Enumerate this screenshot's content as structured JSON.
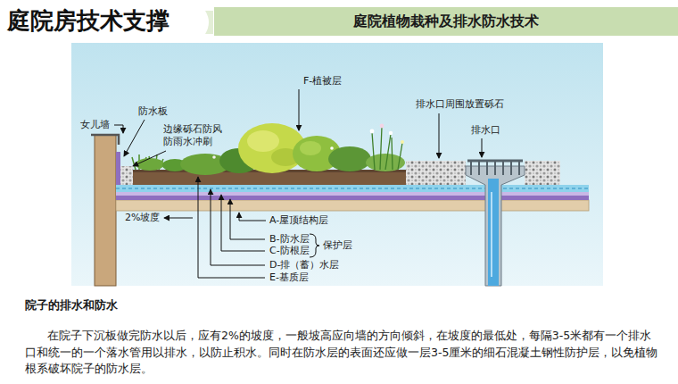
{
  "diagram": {
    "title": "庭院房技术支撑",
    "nodes": [
      {
        "text": [
          "庭院植物栽种及排水防水技术"
        ]
      }
    ],
    "labels": [
      "F-植被层",
      "排水口周围放置砾石",
      "排水口",
      "女儿墙",
      "防水板",
      "边缘砾石防风 防雨水冲刷",
      "2%坡度",
      "A-屋顶结构层",
      "B-防水层",
      "C-防根层",
      "保护层",
      "D-排（蓄）水层",
      "E-基质层",
      "院子的排水和防水",
      "在院子下沉板做完防水以后，应有2%的坡度，一般坡高应向墙的方向倾斜，在坡度的最低处，每隔3-5米都有一个排水口和统一的一个落水管用以排水，以防止积水。同时在防水层的表面还应做一层3-5厘米的细石混凝土钢性防护层，以免植物根系破坏院子的防水层。"
    ]
  }
}
